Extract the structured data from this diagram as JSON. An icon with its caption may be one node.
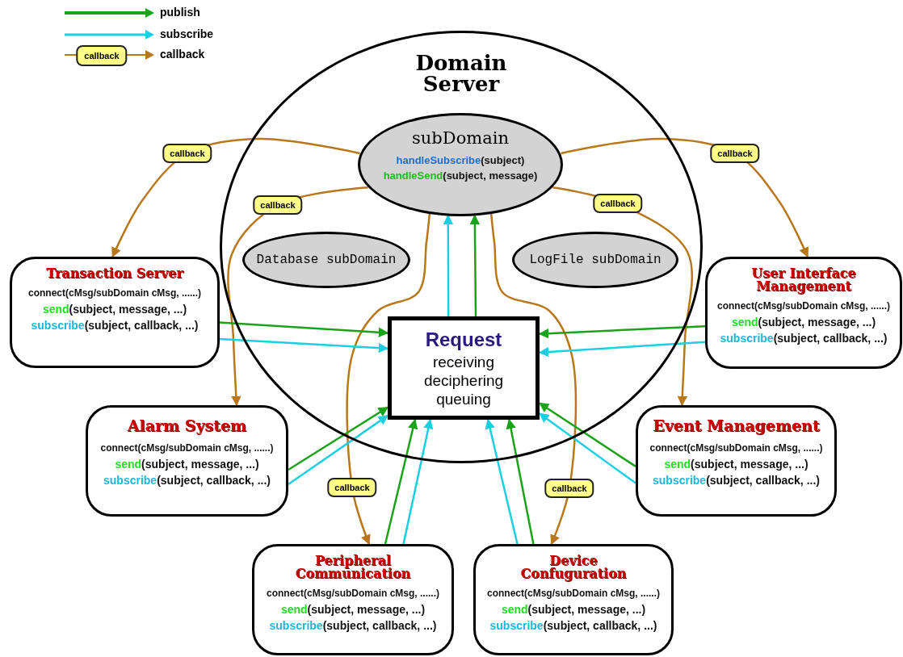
{
  "diagram": {
    "nodes": [
      {
        "text": [
          "Domain Server"
        ]
      },
      {
        "text": [
          "subDomain",
          "handleSubscribe(subject)",
          "handleSend(subject,  message)"
        ],
        "in": 0
      },
      {
        "text": [
          "Database subDomain"
        ],
        "in": 0
      },
      {
        "text": [
          "LogFile subDomain"
        ],
        "in": 0
      },
      {
        "text": [
          "Request",
          "receiving deciphering queuing"
        ],
        "in": 0
      },
      {
        "text": [
          "Transaction Server",
          "connect(cMsg/subDomain cMsg, ......)",
          "send(subject, message, ...)",
          "subscribe(subject, callback, ...)"
        ]
      },
      {
        "text": [
          "User Interface Management",
          "connect(cMsg/subDomain cMsg, ......)",
          "send(subject, message, ...)",
          "subscribe(subject, callback, ...)"
        ]
      },
      {
        "text": [
          "Alarm System",
          "connect(cMsg/subDomain cMsg, ......)",
          "send(subject, message, ...)",
          "subscribe(subject, callback, ...)"
        ]
      },
      {
        "text": [
          "Event Management",
          "connect(cMsg/subDomain cMsg, ......)",
          "send(subject, message, ...)",
          "subscribe(subject, callback, ...)"
        ]
      },
      {
        "text": [
          "Peripheral Communication",
          "connect(cMsg/subDomain cMsg, ......)",
          "send(subject, message, ...)",
          "subscribe(subject, callback, ...)"
        ]
      },
      {
        "text": [
          "Device Confuguration",
          "connect(cMsg/subDomain cMsg, ......)",
          "send(subject, message, ...)",
          "subscribe(subject, callback, ...)"
        ]
      }
    ],
    "edges": [
      {
        "from": 1,
        "to": 5,
        "arrow": "to",
        "label": "callback",
        "color": "#b8781a"
      },
      {
        "from": 1,
        "to": 6,
        "arrow": "to",
        "label": "callback",
        "color": "#b8781a"
      },
      {
        "from": 1,
        "to": 7,
        "arrow": "to",
        "label": "callback",
        "color": "#b8781a"
      },
      {
        "from": 1,
        "to": 8,
        "arrow": "to",
        "label": "callback",
        "color": "#b8781a"
      },
      {
        "from": 1,
        "to": 9,
        "arrow": "to",
        "label": "callback",
        "color": "#b8781a"
      },
      {
        "from": 1,
        "to": 10,
        "arrow": "to",
        "label": "callback",
        "color": "#b8781a"
      },
      {
        "from": 5,
        "to": 4,
        "arrow": "to",
        "color": "#1aa31a"
      },
      {
        "from": 5,
        "to": 4,
        "arrow": "to",
        "color": "#1ccfe0"
      },
      {
        "from": 6,
        "to": 4,
        "arrow": "to",
        "color": "#1aa31a"
      },
      {
        "from": 6,
        "to": 4,
        "arrow": "to",
        "color": "#1ccfe0"
      },
      {
        "from": 7,
        "to": 4,
        "arrow": "to",
        "color": "#1aa31a"
      },
      {
        "from": 7,
        "to": 4,
        "arrow": "to",
        "color": "#1ccfe0"
      },
      {
        "from": 8,
        "to": 4,
        "arrow": "to",
        "color": "#1aa31a"
      },
      {
        "from": 8,
        "to": 4,
        "arrow": "to",
        "color": "#1ccfe0"
      },
      {
        "from": 9,
        "to": 4,
        "arrow": "to",
        "color": "#1aa31a"
      },
      {
        "from": 9,
        "to": 4,
        "arrow": "to",
        "color": "#1ccfe0"
      },
      {
        "from": 10,
        "to": 4,
        "arrow": "to",
        "color": "#1ccfe0"
      },
      {
        "from": 10,
        "to": 4,
        "arrow": "to",
        "color": "#1aa31a"
      },
      {
        "from": 4,
        "to": 1,
        "arrow": "to",
        "color": "#1ccfe0"
      },
      {
        "from": 4,
        "to": 1,
        "arrow": "to",
        "color": "#1aa31a"
      }
    ],
    "labels": [
      "callback"
    ],
    "legend": [
      {
        "text": "publish"
      },
      {
        "text": "subscribe"
      },
      {
        "text": "callback"
      }
    ]
  }
}
